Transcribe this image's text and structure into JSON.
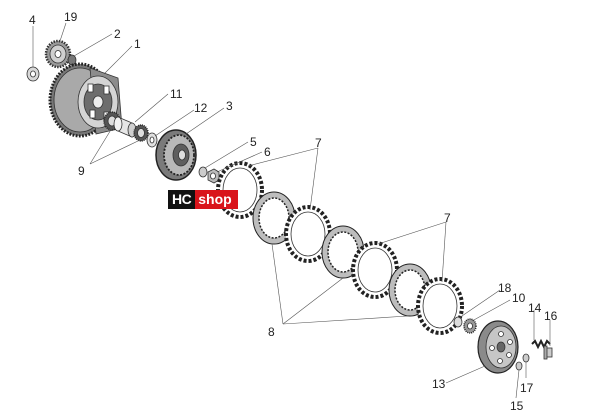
{
  "logo": {
    "part1": "HC",
    "part2": "shop"
  },
  "colors": {
    "logo_red": "#d9141b",
    "logo_black": "#111111",
    "ink": "#333333"
  },
  "labels": {
    "l1": "1",
    "l2": "2",
    "l3": "3",
    "l4": "4",
    "l5": "5",
    "l6": "6",
    "l7a": "7",
    "l7b": "7",
    "l8": "8",
    "l9": "9",
    "l10": "10",
    "l11": "11",
    "l12": "12",
    "l13": "13",
    "l14": "14",
    "l15": "15",
    "l16": "16",
    "l17": "17",
    "l18": "18",
    "l19": "19"
  }
}
